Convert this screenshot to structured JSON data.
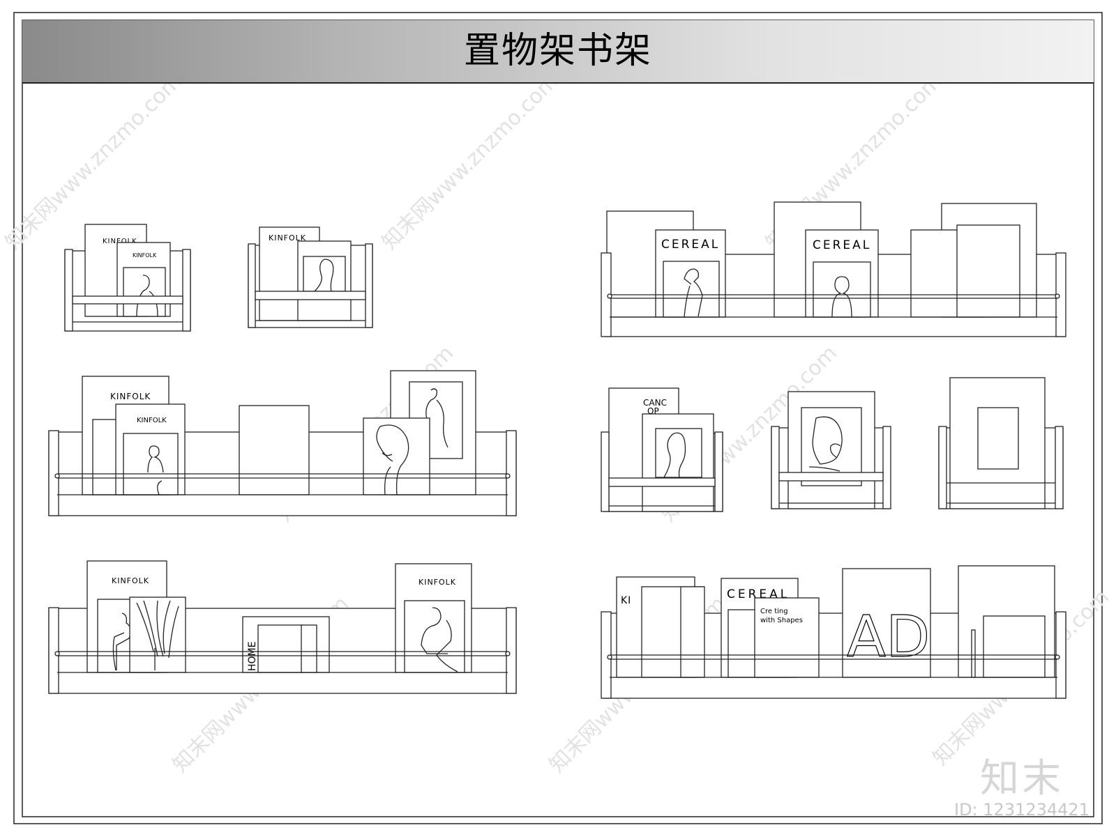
{
  "title": "置物架书架",
  "magazines": {
    "kinfolk_caps": "KINFOLK",
    "kinfolk_mixed": "KINFOLK",
    "cereal": "CEREAL",
    "cereal_spaced": "CEREAL",
    "home": "HOME",
    "ad": "AD",
    "canc_line1": "CANC",
    "canc_line2": "OP",
    "creating_line1": "Cre ting",
    "creating_line2": "with Shapes",
    "kin_fragment": "KI"
  },
  "watermark": {
    "brand": "知末",
    "id": "ID: 1231234421",
    "site": "知末网www.znzmo.com"
  },
  "colors": {
    "line": "#222222",
    "title_gradient_start": "#8a8a8a",
    "title_gradient_end": "#f2f2f2",
    "watermark": "#d9d9d9"
  }
}
